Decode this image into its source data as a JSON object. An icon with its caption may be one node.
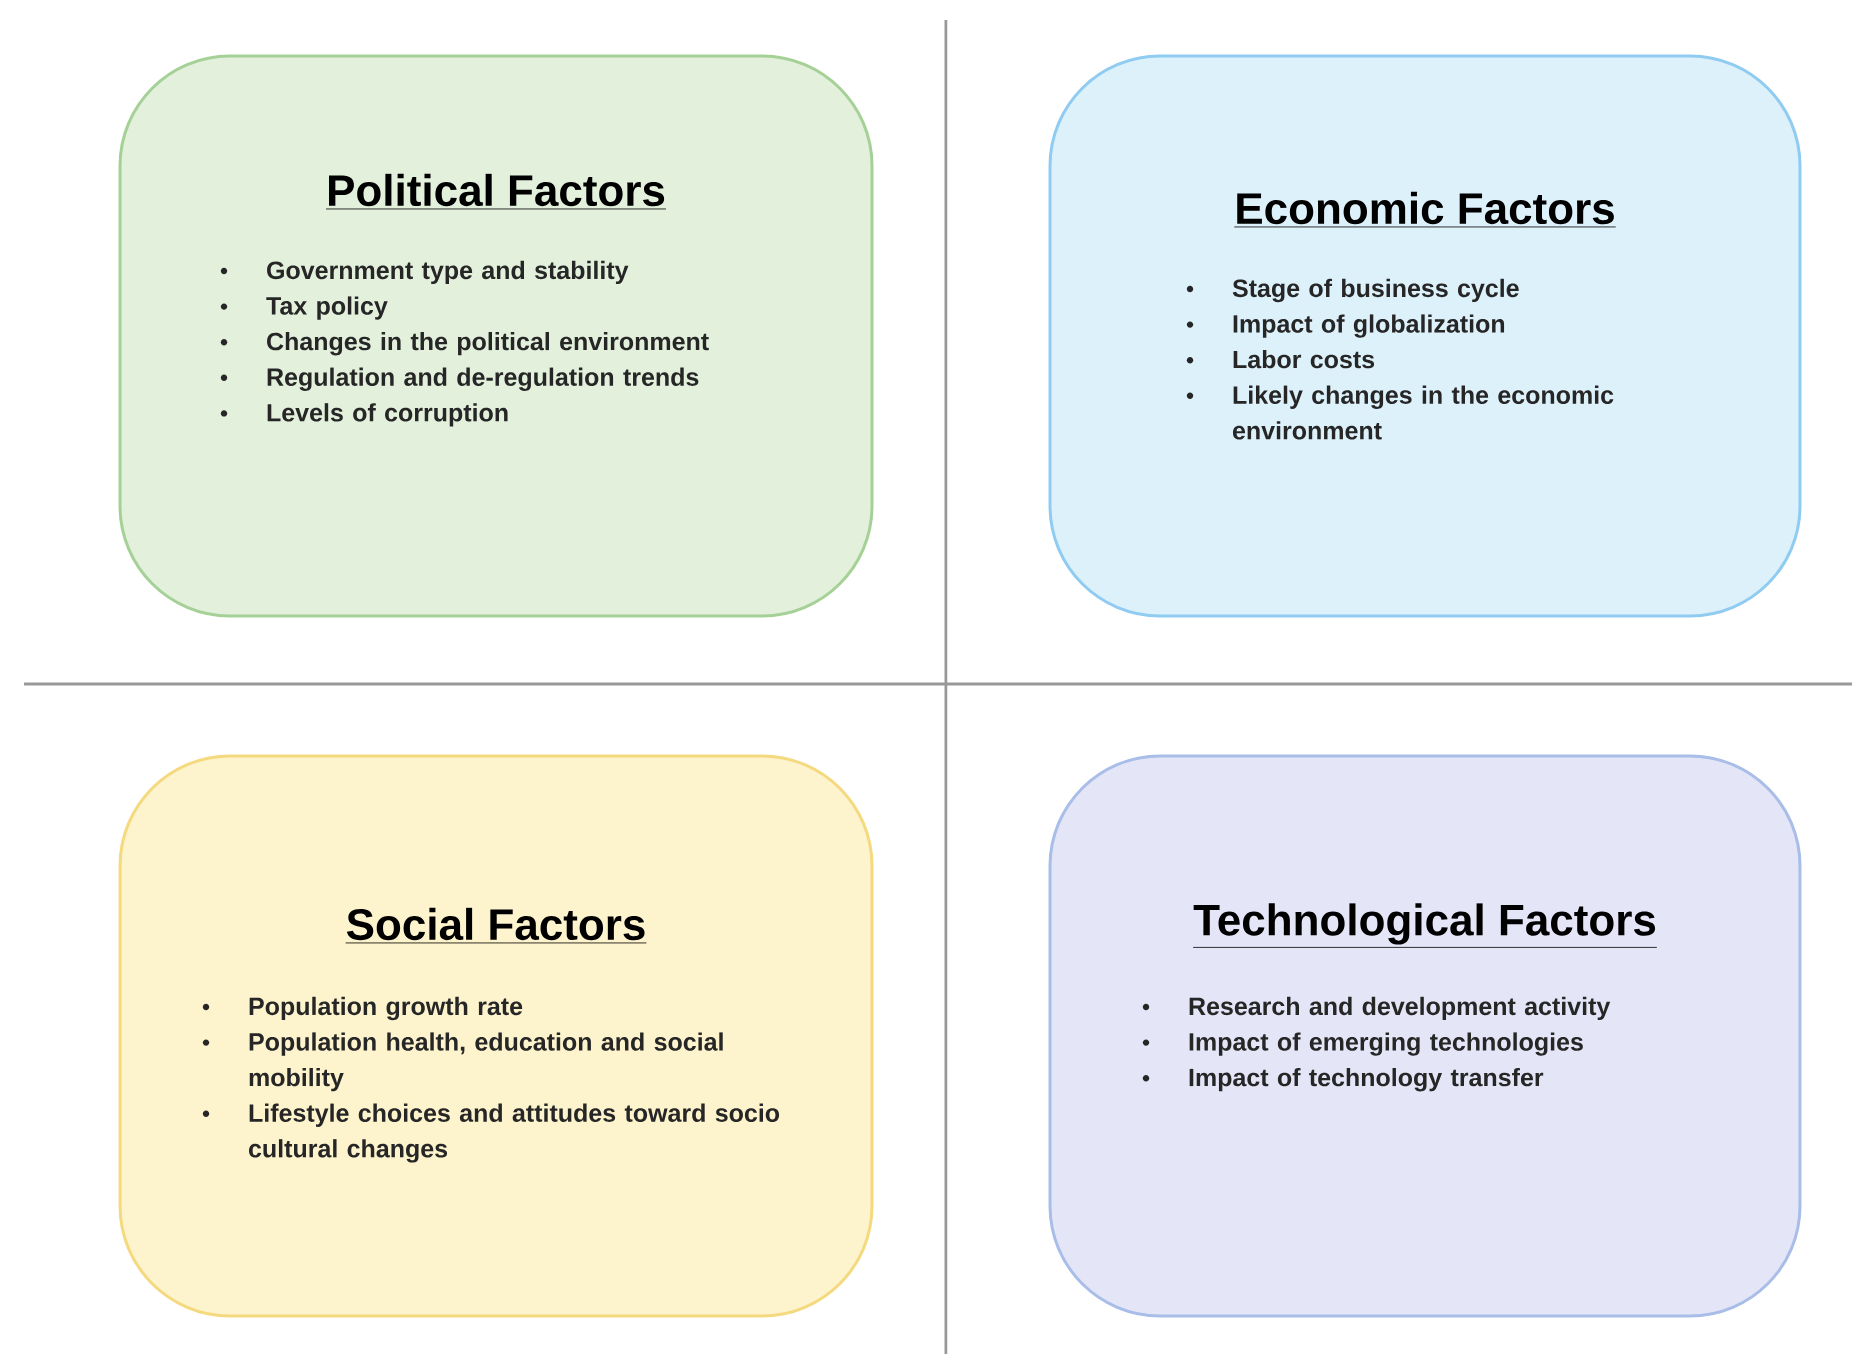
{
  "diagram": {
    "nodes": [
      {
        "text": [
          "Political Factors",
          "Government type and stability",
          "Tax policy",
          "Changes in the political environment",
          "Regulation and de-regulation trends",
          "Levels of corruption"
        ]
      },
      {
        "text": [
          "Economic Factors",
          "Stage of business cycle",
          "Impact of globalization",
          "Labor costs",
          "Likely changes in the economic environment"
        ]
      },
      {
        "text": [
          "Social Factors",
          "Population growth rate",
          "Population health, education and social mobility",
          "Lifestyle choices and attitudes toward socio cultural changes"
        ]
      },
      {
        "text": [
          "Technological Factors",
          "Research and development activity",
          "Impact of emerging technologies",
          "Impact of technology transfer"
        ]
      }
    ]
  }
}
